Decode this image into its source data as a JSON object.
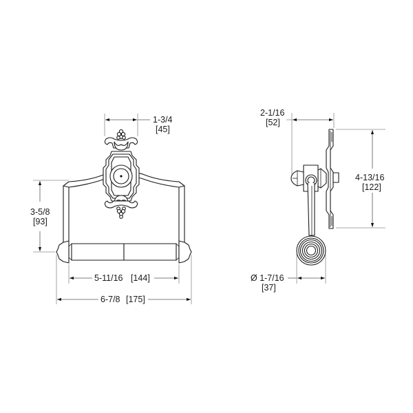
{
  "drawing": {
    "views": [
      "front-view",
      "side-view"
    ]
  },
  "dimensions": {
    "front_backplate_width": {
      "imperial": "1-3/4",
      "metric": "[45]"
    },
    "front_height": {
      "imperial": "3-5/8",
      "metric": "[93]"
    },
    "front_inner_width": {
      "imperial": "5-11/16",
      "metric": "[144]"
    },
    "front_overall_width": {
      "imperial": "6-7/8",
      "metric": "[175]"
    },
    "side_projection": {
      "imperial": "2-1/16",
      "metric": "[52]"
    },
    "side_backplate_height": {
      "imperial": "4-13/16",
      "metric": "[122]"
    },
    "side_knob_diameter": {
      "imperial": "Ø 1-7/16",
      "metric": "[37]"
    }
  },
  "colors": {
    "line": "#1a1a1a",
    "dimension_line": "#555555",
    "background": "#ffffff"
  }
}
